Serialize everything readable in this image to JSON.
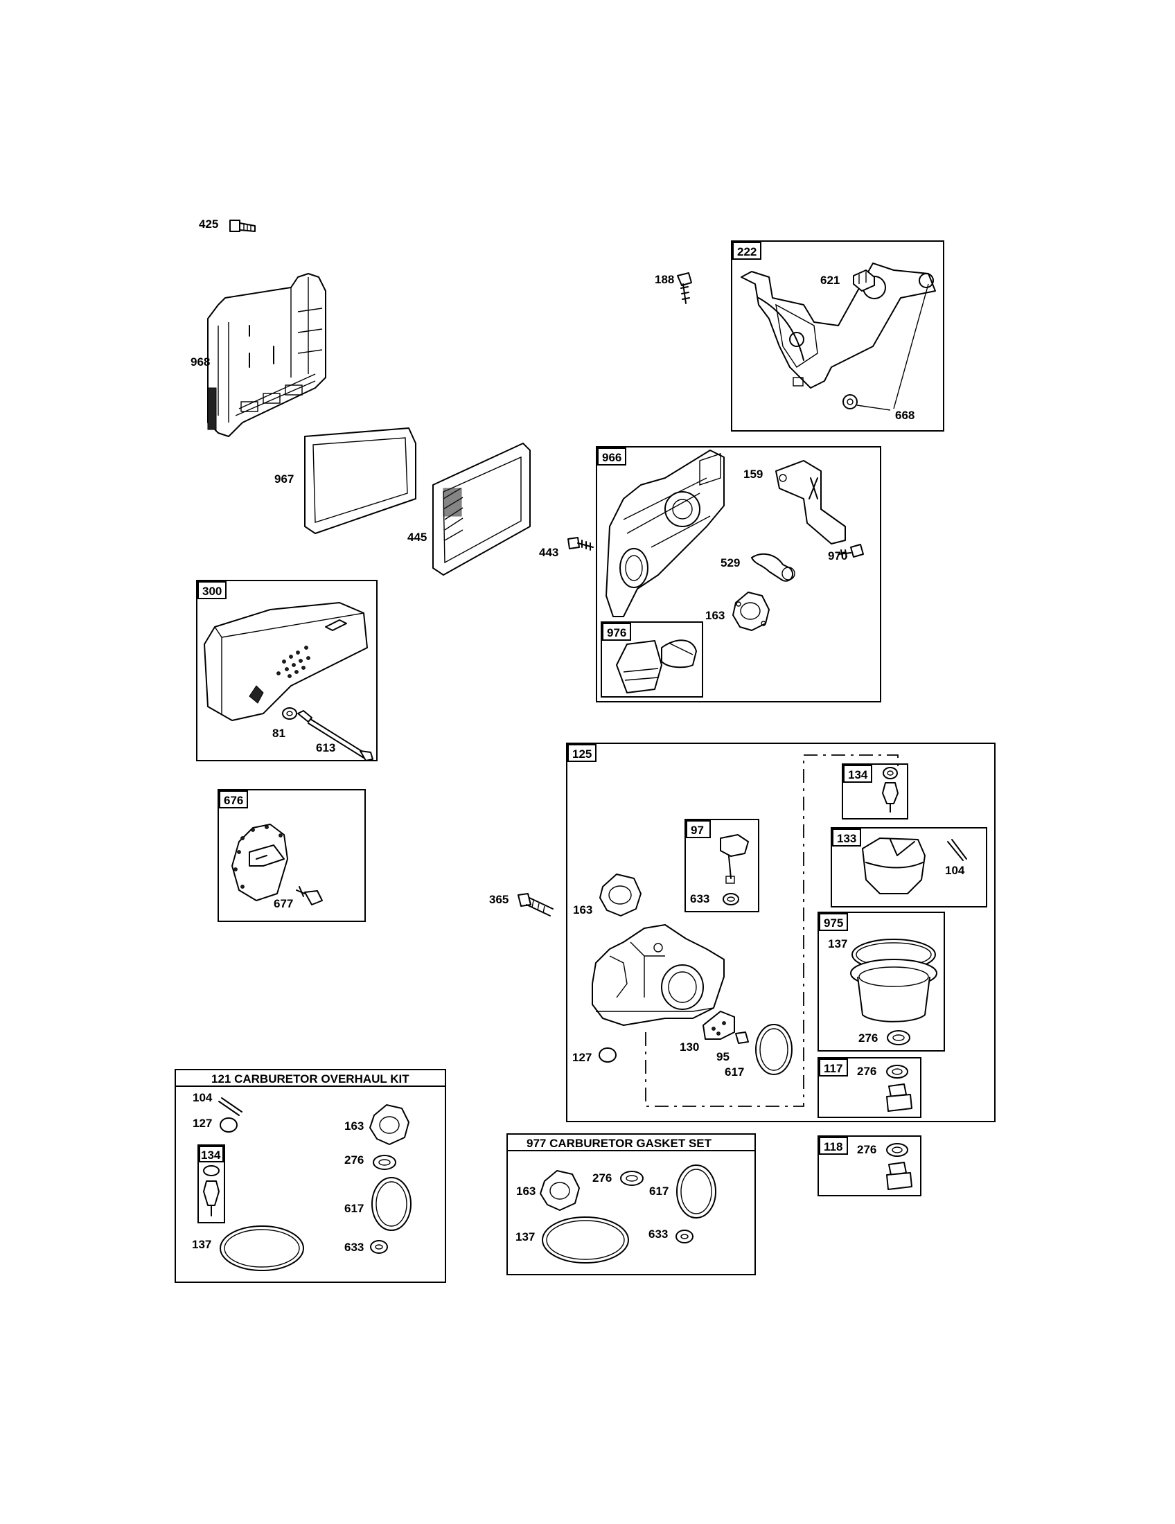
{
  "callouts": {
    "c425": "425",
    "c968": "968",
    "c967": "967",
    "c445": "445",
    "c188": "188",
    "c621": "621",
    "c668": "668",
    "c159": "159",
    "c443": "443",
    "c529": "529",
    "c970": "970",
    "c163a": "163",
    "c81": "81",
    "c613": "613",
    "c677": "677",
    "c365": "365",
    "c163b": "163",
    "c633a": "633",
    "c104a": "104",
    "c137a": "137",
    "c276a": "276",
    "c127a": "127",
    "c130": "130",
    "c95": "95",
    "c617a": "617",
    "c276b": "276",
    "c276c": "276",
    "c104b": "104",
    "c127b": "127",
    "c163c": "163",
    "c276d": "276",
    "c617b": "617",
    "c137b": "137",
    "c633b": "633",
    "c163d": "163",
    "c276e": "276",
    "c617c": "617",
    "c137c": "137",
    "c633c": "633"
  },
  "boxes": {
    "b222": "222",
    "b966": "966",
    "b976": "976",
    "b300": "300",
    "b676": "676",
    "b125": "125",
    "b97": "97",
    "b134a": "134",
    "b133": "133",
    "b975": "975",
    "b117": "117",
    "b118": "118",
    "b134b": "134"
  },
  "kits": {
    "overhaul_title": "121 CARBURETOR OVERHAUL KIT",
    "gasket_title": "977 CARBURETOR GASKET SET"
  }
}
